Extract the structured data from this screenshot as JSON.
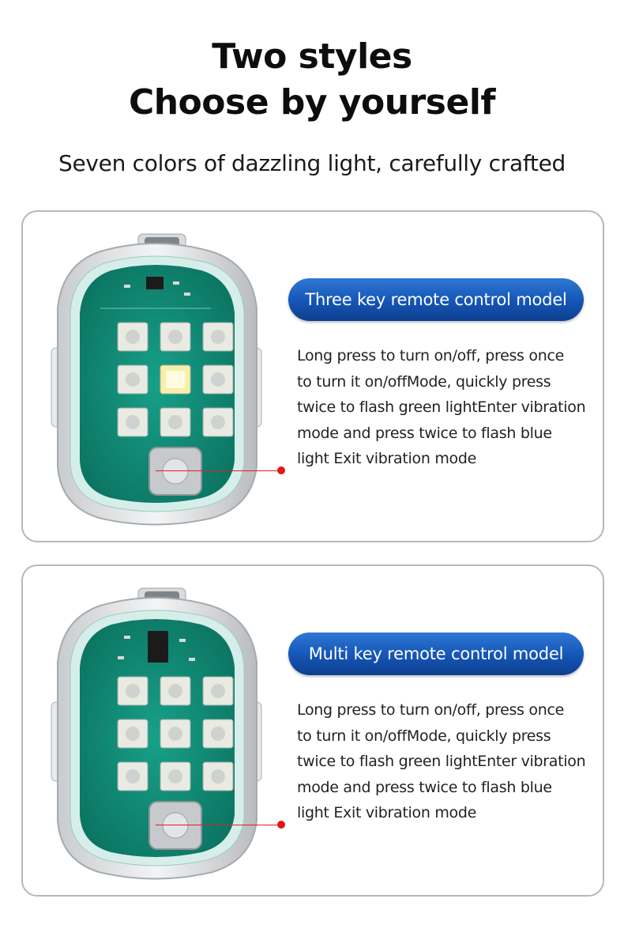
{
  "header": {
    "title_line1": "Two styles",
    "title_line2": "Choose by yourself",
    "subtitle": "Seven colors of dazzling light, carefully crafted"
  },
  "models": [
    {
      "label": "Three key remote control model",
      "description": [
        "Long press to turn on/off, press once",
        "to turn it on/offMode, quickly press",
        "twice to flash green lightEnter vibration",
        " mode and press twice to flash blue",
        "light Exit vibration mode"
      ]
    },
    {
      "label": "Multi key remote control model",
      "description": [
        "Long press to turn on/off, press once",
        "to turn it on/offMode, quickly press",
        "twice to flash green lightEnter vibration",
        " mode and press twice to flash blue",
        "light Exit vibration mode"
      ]
    }
  ],
  "colors": {
    "pill_blue": "#1455b5",
    "pcb_green": "#0f8a74",
    "pointer_red": "#e01818"
  }
}
